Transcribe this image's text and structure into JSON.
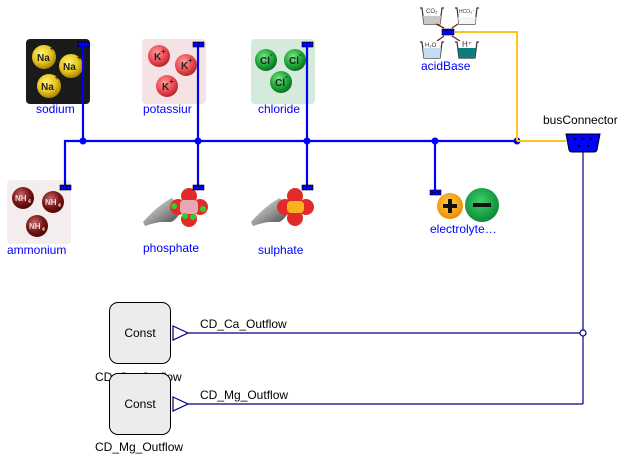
{
  "diagram": {
    "colors": {
      "bus": "#0000ff",
      "signal": "#00007f",
      "acid_link": "#ffc31e",
      "label": "#0000ff",
      "connector_fill": "#0000ff"
    },
    "components": {
      "sodium": {
        "label": "sodium",
        "icon": "sodium-ion-icon",
        "ion": "Na+"
      },
      "potassium": {
        "label": "potassiur",
        "icon": "potassium-ion-icon",
        "ion": "K+"
      },
      "chloride": {
        "label": "chloride",
        "icon": "chloride-ion-icon",
        "ion": "Cl-"
      },
      "ammonium": {
        "label": "ammonium",
        "icon": "ammonium-ion-icon",
        "ion": "NH4+"
      },
      "phosphate": {
        "label": "phosphate",
        "icon": "phosphate-molecule-icon"
      },
      "sulphate": {
        "label": "sulphate",
        "icon": "sulphate-molecule-icon"
      },
      "electrolytes": {
        "label": "electrolyte…",
        "icon": "electrolyte-plus-minus-icon"
      },
      "acidBase": {
        "label": "acidBase",
        "icon": "acid-base-buffer-icon",
        "vessels": [
          "CO₂",
          "HCO₃⁻",
          "H₂O",
          "H⁺"
        ]
      },
      "busConnector": {
        "label": "busConnector",
        "icon": "bus-connector-icon"
      }
    },
    "constants": [
      {
        "block_text": "Const",
        "name": "CD_Ca_Outflow",
        "signal_label": "CD_Ca_Outflow"
      },
      {
        "block_text": "Const",
        "name": "CD_Mg_Outflow",
        "signal_label": "CD_Mg_Outflow"
      }
    ]
  }
}
